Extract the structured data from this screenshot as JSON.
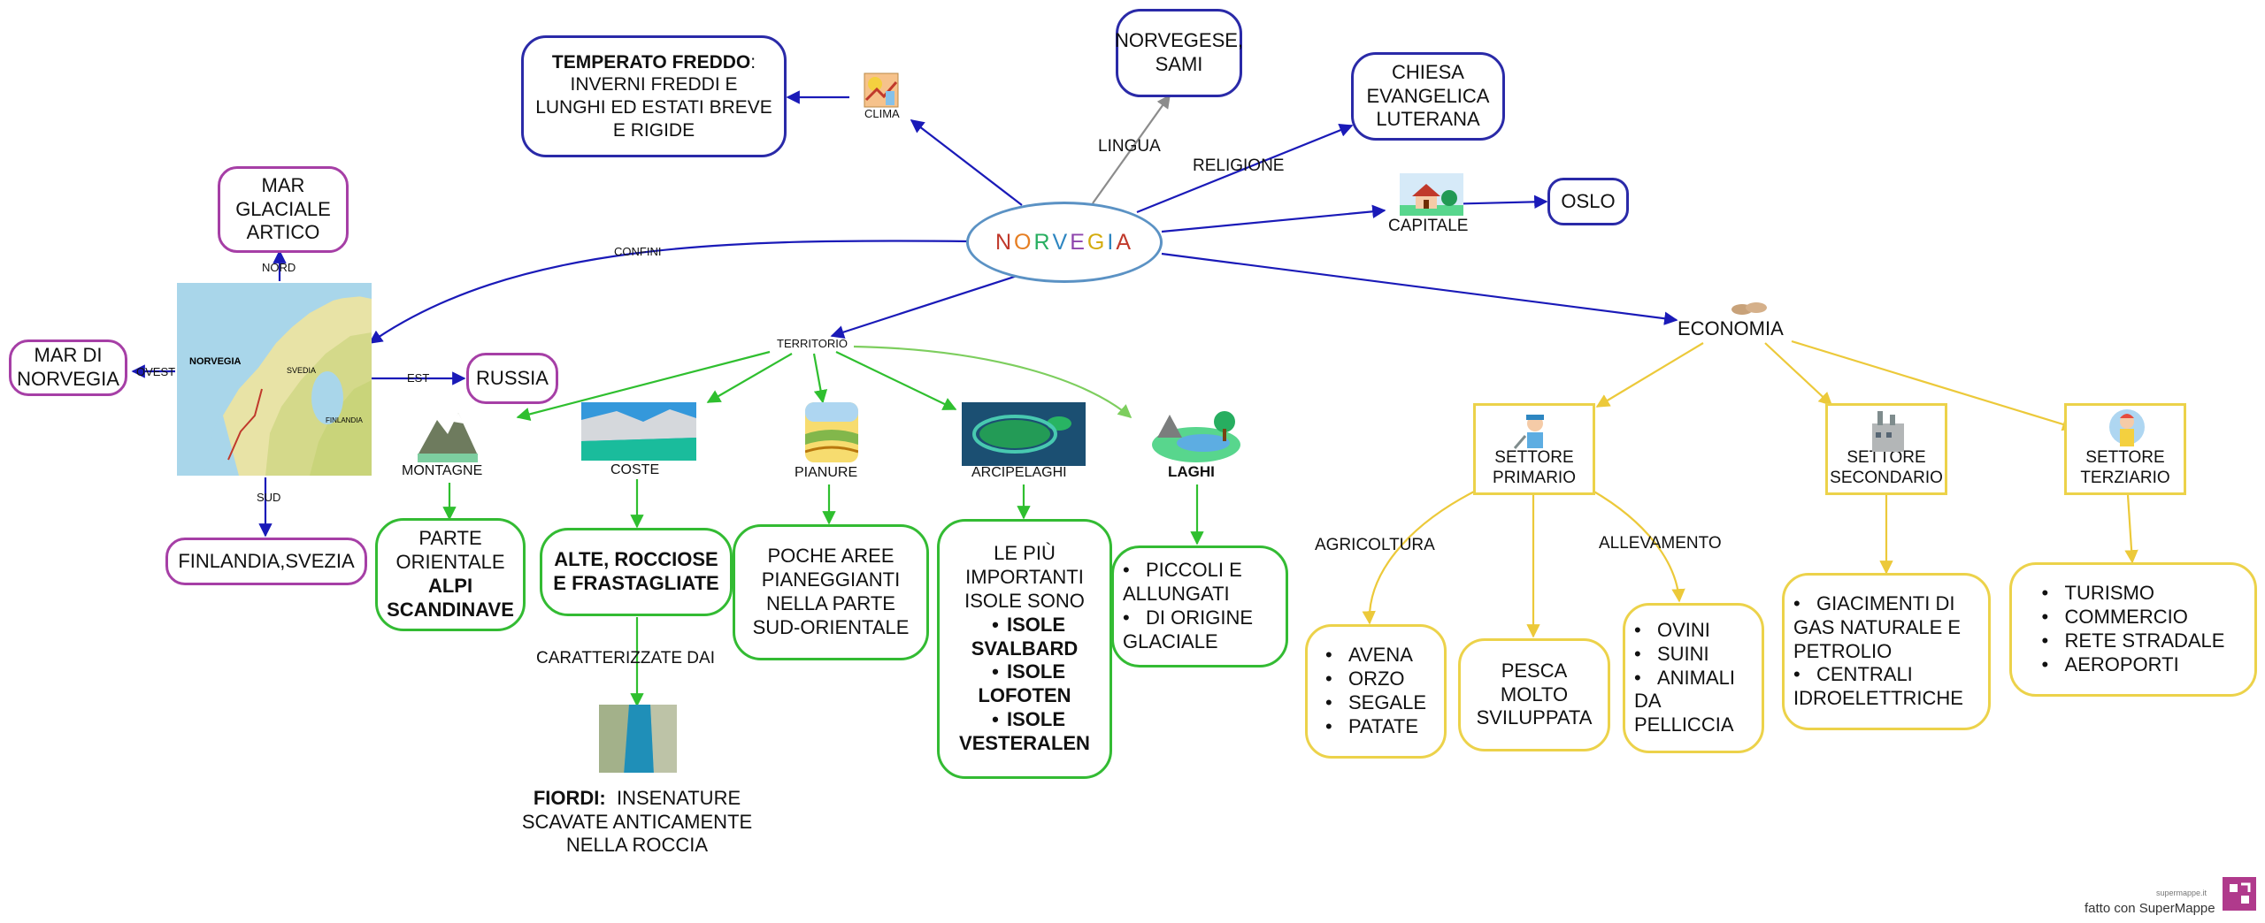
{
  "center": {
    "letters": [
      "N",
      "O",
      "R",
      "V",
      "E",
      "G",
      "I",
      "A"
    ],
    "colors": [
      "#c0392b",
      "#e67e22",
      "#27ae60",
      "#2e86c1",
      "#8e44ad",
      "#d4ac0d",
      "#2e86c1",
      "#c0392b"
    ]
  },
  "clima": {
    "label": "CLIMA",
    "desc_bold": "TEMPERATO FREDDO",
    "desc_rest": ": INVERNI FREDDI E LUNGHI ED ESTATI BREVE E RIGIDE"
  },
  "lingua": {
    "label": "LINGUA",
    "value": "NORVEGESE, SAMI"
  },
  "religione": {
    "label": "RELIGIONE",
    "value": "CHIESA EVANGELICA LUTERANA"
  },
  "capitale": {
    "label": "CAPITALE",
    "value": "OSLO"
  },
  "confini": {
    "label": "CONFINI",
    "map_text": [
      "NORVEGIA",
      "SVEDIA",
      "FINLANDIA"
    ],
    "nord": {
      "label": "NORD",
      "value": "MAR GLACIALE ARTICO"
    },
    "ovest": {
      "label": "OVEST",
      "value": "MAR DI NORVEGIA"
    },
    "est": {
      "label": "EST",
      "value": "RUSSIA"
    },
    "sud": {
      "label": "SUD",
      "value": "FINLANDIA,SVEZIA"
    }
  },
  "territorio": {
    "label": "TERRITORIO",
    "montagne": {
      "label": "MONTAGNE",
      "text": "PARTE ORIENTALE",
      "bold": "ALPI SCANDINAVE"
    },
    "coste": {
      "label": "COSTE",
      "text": "ALTE, ROCCIOSE E FRASTAGLIATE",
      "connector": "CARATTERIZZATE DAI",
      "fiordi_bold": "FIORDI:",
      "fiordi_rest": "INSENATURE SCAVATE ANTICAMENTE NELLA ROCCIA"
    },
    "pianure": {
      "label": "PIANURE",
      "text": "POCHE AREE PIANEGGIANTI NELLA PARTE SUD-ORIENTALE"
    },
    "arcipelaghi": {
      "label": "ARCIPELAGHI",
      "intro": "LE PIÙ IMPORTANTI ISOLE SONO",
      "items": [
        "ISOLE SVALBARD",
        "ISOLE LOFOTEN",
        "ISOLE VESTERALEN"
      ]
    },
    "laghi": {
      "label": "LAGHI",
      "items": [
        "PICCOLI E ALLUNGATI",
        "DI ORIGINE GLACIALE"
      ]
    }
  },
  "economia": {
    "label": "ECONOMIA",
    "primario": {
      "label": "SETTORE PRIMARIO",
      "agricoltura": "AGRICOLTURA",
      "allevamento": "ALLEVAMENTO",
      "crops": [
        "AVENA",
        "ORZO",
        "SEGALE",
        "PATATE"
      ],
      "pesca": "PESCA MOLTO SVILUPPATA",
      "animali": [
        "OVINI",
        "SUINI",
        "ANIMALI DA PELLICCIA"
      ]
    },
    "secondario": {
      "label": "SETTORE SECONDARIO",
      "items": [
        "GIACIMENTI DI GAS NATURALE E PETROLIO",
        "CENTRALI IDROELETTRICHE"
      ]
    },
    "terziario": {
      "label": "SETTORE TERZIARIO",
      "items": [
        "TURISMO",
        "COMMERCIO",
        "RETE STRADALE",
        "AEROPORTI"
      ]
    }
  },
  "footer": {
    "small": "supermappe.it",
    "text": "fatto con SuperMappe"
  }
}
